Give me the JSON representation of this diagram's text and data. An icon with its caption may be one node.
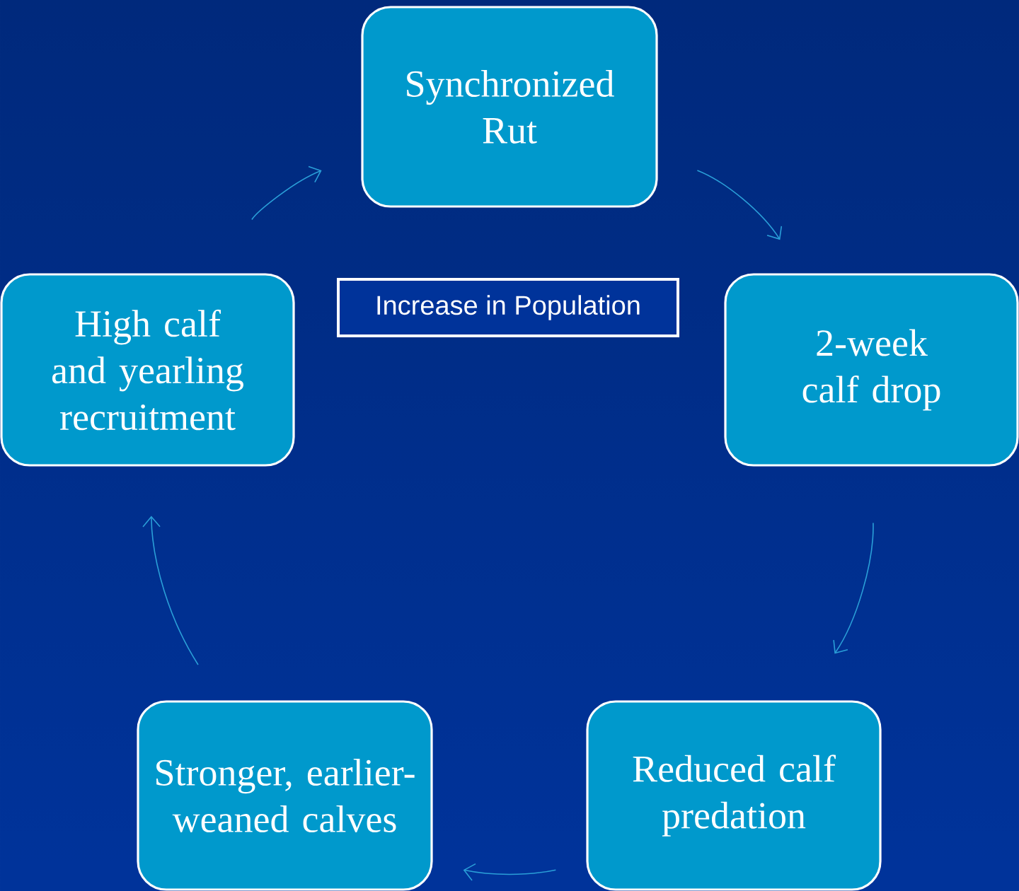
{
  "diagram": {
    "nodes": [
      {
        "text": [
          "Synchronized Rut"
        ]
      },
      {
        "text": [
          "2-week calf drop"
        ]
      },
      {
        "text": [
          "Reduced calf predation"
        ]
      },
      {
        "text": [
          "Stronger, earlier-weaned calves"
        ]
      },
      {
        "text": [
          "High calf and yearling recruitment"
        ]
      },
      {
        "text": [
          "Increase in Population"
        ]
      }
    ],
    "edges": [
      {
        "from": 0,
        "to": 1,
        "arrow": "to"
      },
      {
        "from": 1,
        "to": 2,
        "arrow": "to"
      },
      {
        "from": 2,
        "to": 3,
        "arrow": "to"
      },
      {
        "from": 3,
        "to": 4,
        "arrow": "to"
      },
      {
        "from": 4,
        "to": 0,
        "arrow": "to"
      }
    ]
  }
}
